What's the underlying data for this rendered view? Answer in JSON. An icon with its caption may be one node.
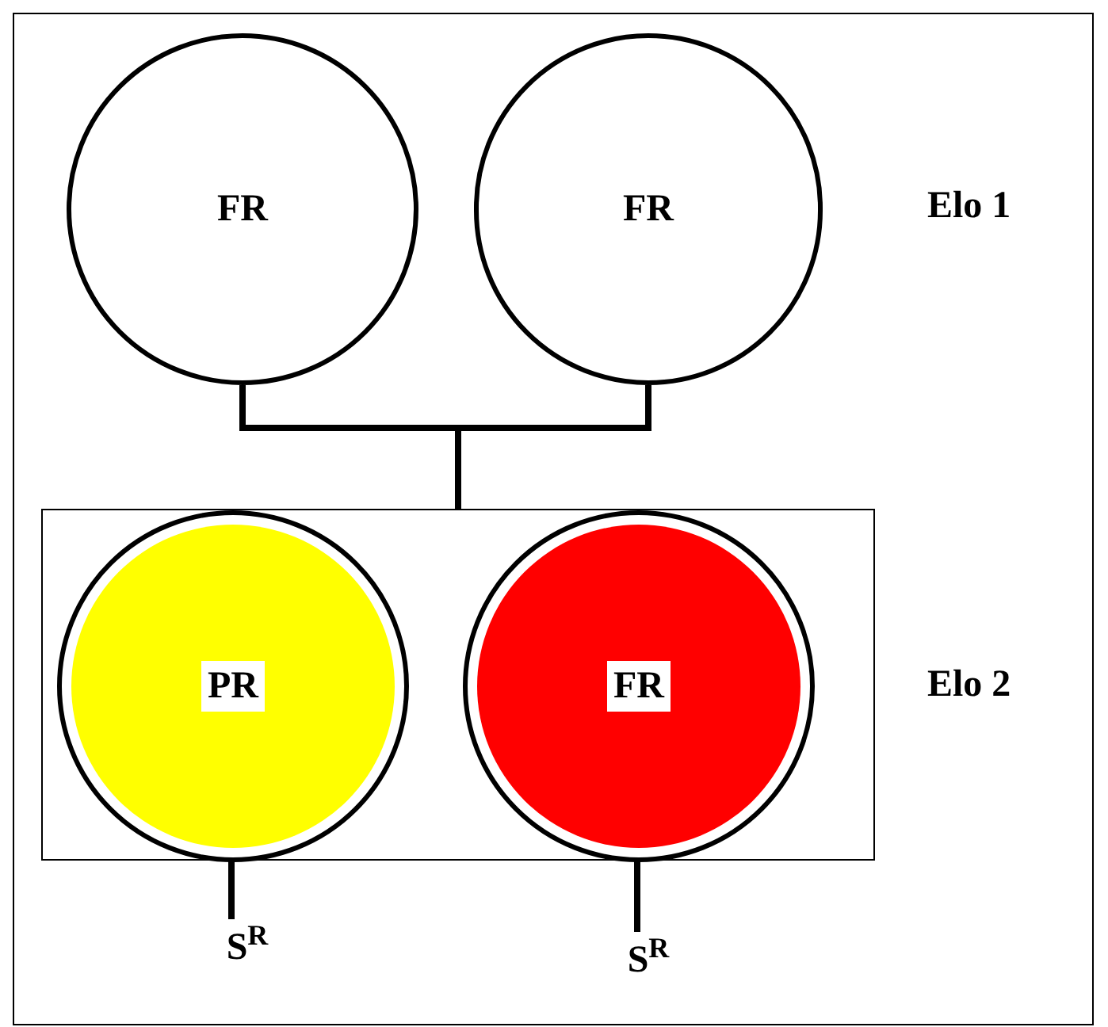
{
  "diagram": {
    "nodes": [
      {
        "text": [
          "FR"
        ]
      },
      {
        "text": [
          "FR"
        ]
      },
      {
        "text": [],
        "shape": "box"
      },
      {
        "text": [
          "PR"
        ],
        "in": 2
      },
      {
        "text": [
          "FR"
        ],
        "in": 2
      },
      {
        "text": [
          "S$^{R}$"
        ]
      },
      {
        "text": [
          "S$^{R}$"
        ]
      }
    ],
    "edges": [
      {
        "from": 0,
        "to": 2,
        "arrow": "none"
      },
      {
        "from": 1,
        "to": 2,
        "arrow": "none"
      },
      {
        "from": 3,
        "to": 5,
        "arrow": "none"
      },
      {
        "from": 4,
        "to": 6,
        "arrow": "none"
      }
    ],
    "labels": [
      "Elo 1",
      "Elo 2"
    ]
  }
}
